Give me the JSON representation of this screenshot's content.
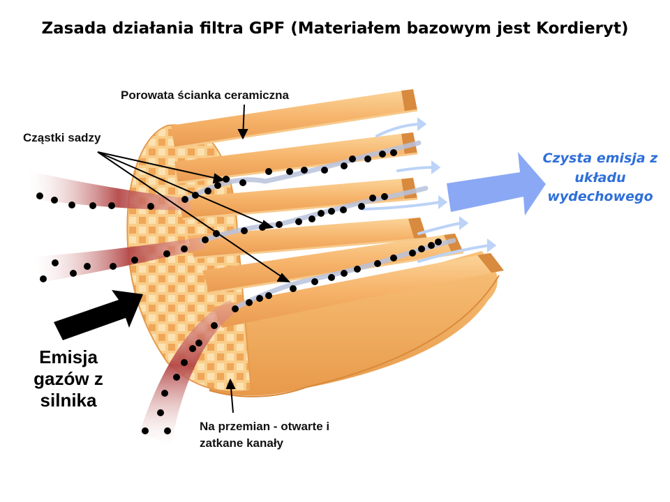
{
  "title": "Zasada działania filtra GPF (Materiałem bazowym jest Kordieryt)",
  "labels": {
    "wall": "Porowata ścianka ceramiczna",
    "soot": "Cząstki sadzy",
    "channels_line1": "Na przemian - otwarte i",
    "channels_line2": "zatkane kanały",
    "engine_line1": "Emisja",
    "engine_line2": "gazów z",
    "engine_line3": "silnika",
    "clean_line1": "Czysta emisja z",
    "clean_line2": "układu",
    "clean_line3": "wydechowego"
  },
  "colors": {
    "filter_body": "#f4b266",
    "filter_face": "#f9cf86",
    "gas_stream": "#a83a3a",
    "clean_arrow": "#8aa8f4",
    "clean_text": "#2e6fd8"
  }
}
